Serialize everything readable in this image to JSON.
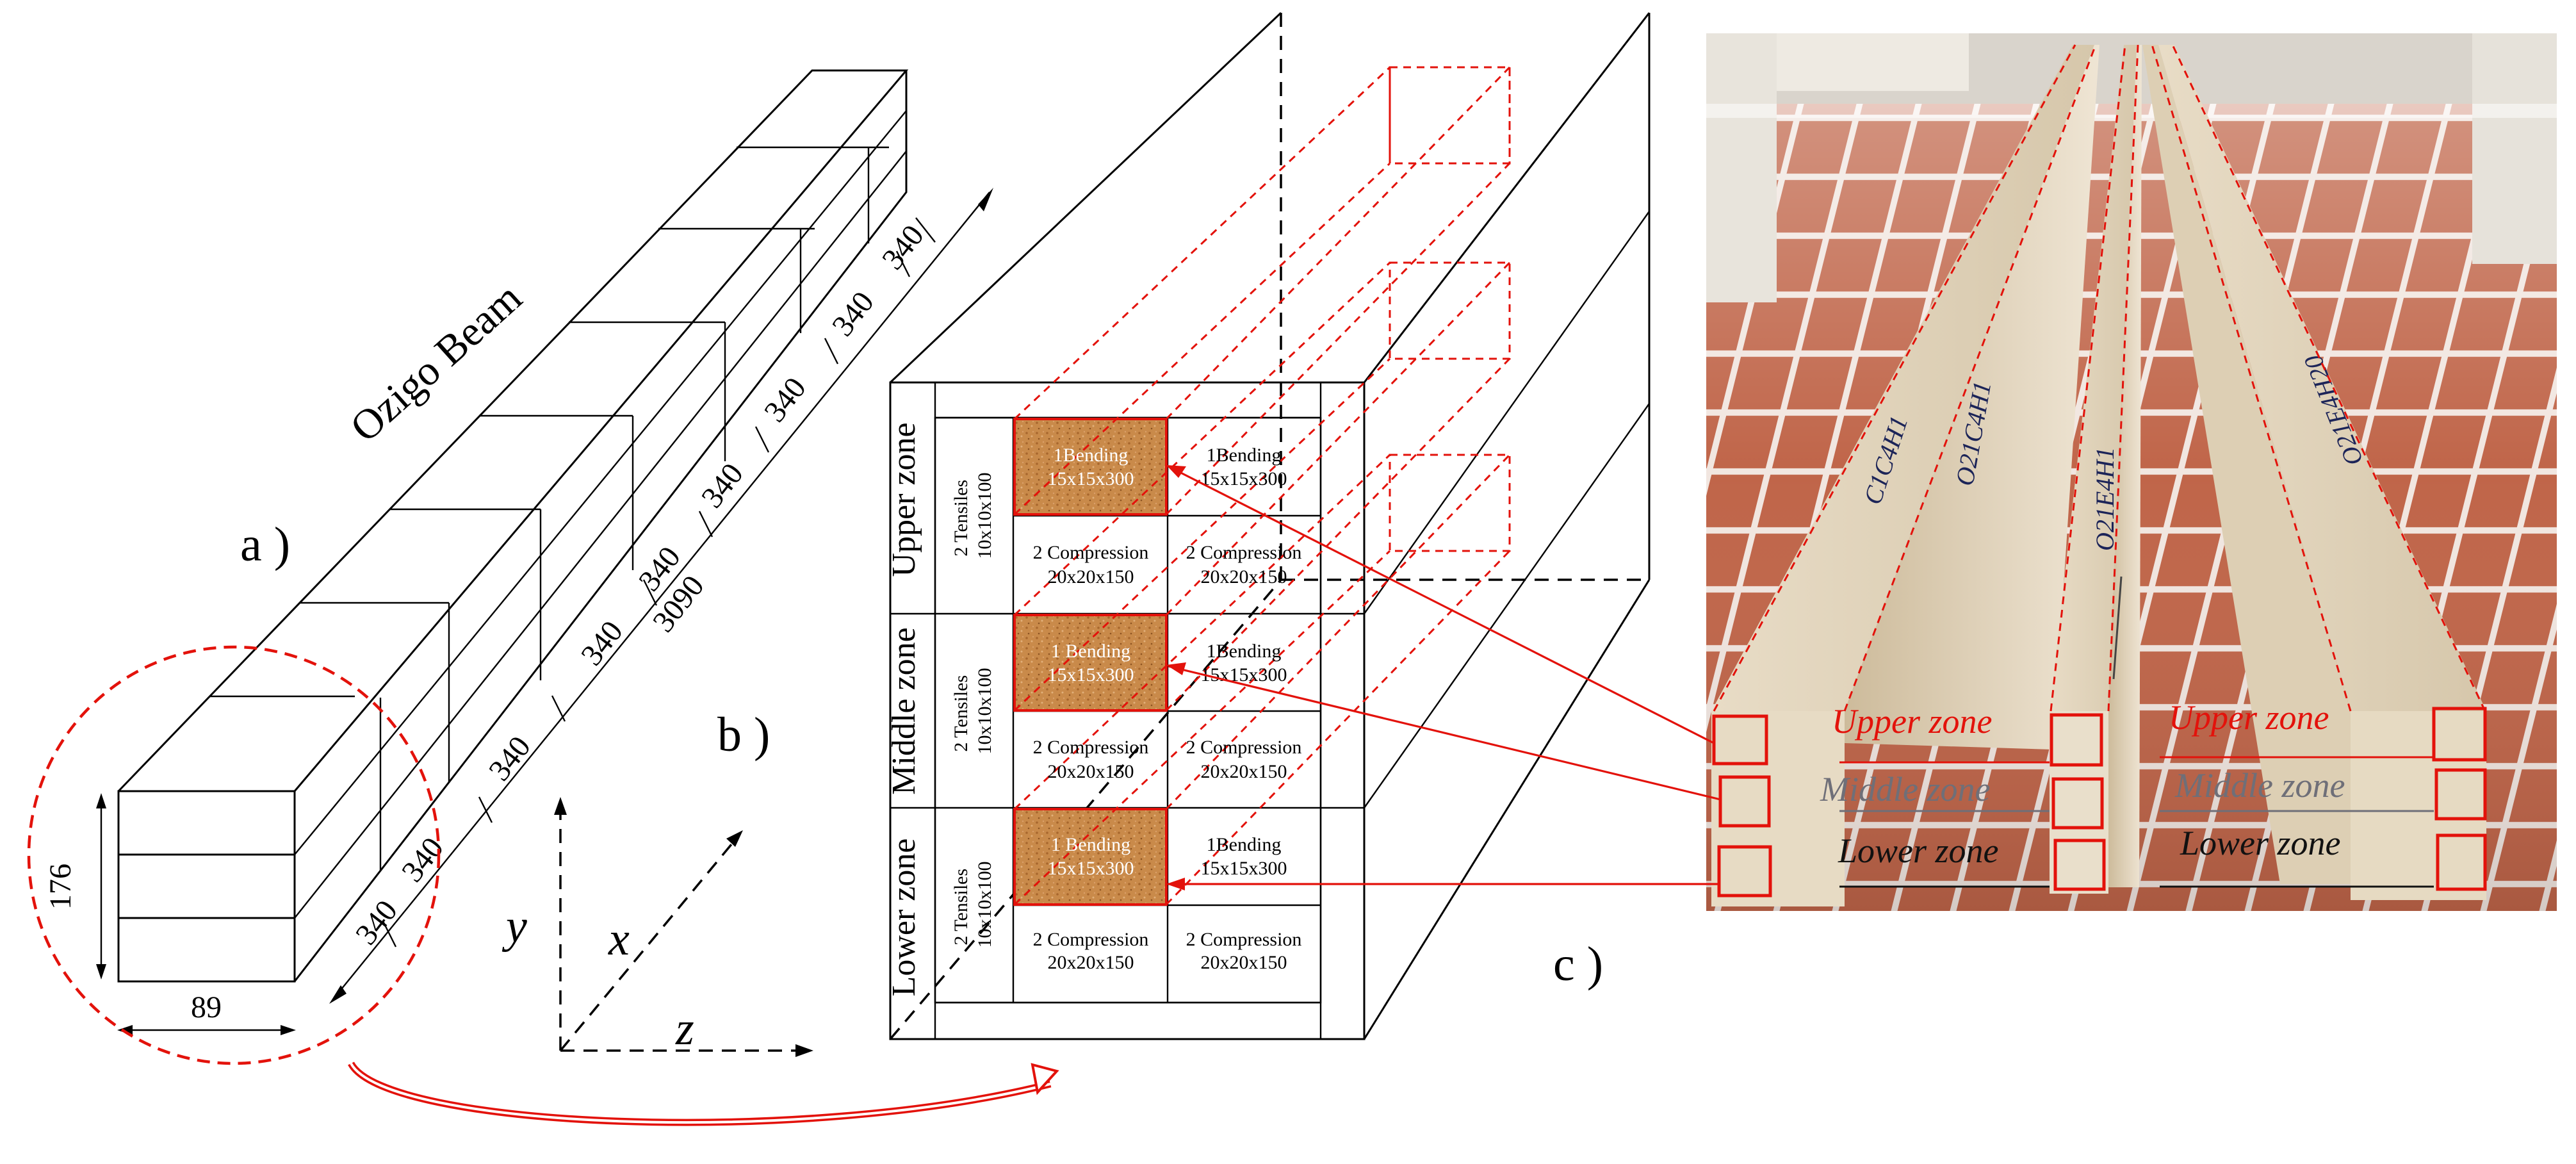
{
  "panel_a": {
    "label": "a )",
    "title": "Ozigo Beam",
    "height_dim": "176",
    "width_dim": "89",
    "segments": [
      "340",
      "340",
      "340",
      "340",
      "340",
      "340",
      "340",
      "340",
      "340"
    ],
    "total_length": "3090"
  },
  "panel_b": {
    "label": "b )",
    "axes": {
      "y": "y",
      "x": "x",
      "z": "z"
    },
    "zones": [
      {
        "name": "Upper zone",
        "tensile": [
          "2 Tensiles",
          "10x10x100"
        ],
        "bending_left": [
          "1Bending",
          "15x15x300"
        ],
        "bending_right": [
          "1Bending",
          "15x15x300"
        ],
        "compression_left": [
          "2 Compression",
          "20x20x150"
        ],
        "compression_right": [
          "2 Compression",
          "20x20x150"
        ]
      },
      {
        "name": "Middle zone",
        "tensile": [
          "2 Tensiles",
          "10x10x100"
        ],
        "bending_left": [
          "1 Bending",
          "15x15x300"
        ],
        "bending_right": [
          "1Bending",
          "15x15x300"
        ],
        "compression_left": [
          "2 Compression",
          "20x20x150"
        ],
        "compression_right": [
          "2 Compression",
          "20x20x150"
        ]
      },
      {
        "name": "Lower zone",
        "tensile": [
          "2 Tensiles",
          "10x10x100"
        ],
        "bending_left": [
          "1 Bending",
          "15x15x300"
        ],
        "bending_right": [
          "1Bending",
          "15x15x300"
        ],
        "compression_left": [
          "2 Compression",
          "20x20x150"
        ],
        "compression_right": [
          "2 Compression",
          "20x20x150"
        ]
      }
    ]
  },
  "panel_c": {
    "label": "c )",
    "left_labels": {
      "upper": "Upper zone",
      "middle": "Middle zone",
      "lower": "Lower zone"
    },
    "right_labels": {
      "upper": "Upper zone",
      "middle": "Middle zone",
      "lower": "Lower zone"
    },
    "beam_markings": [
      "C1C4H1",
      "O21C4H1",
      "O21E4H1",
      "O21E4H20"
    ]
  },
  "colors": {
    "highlight": "#e3120b",
    "wood_sample": "#c98a4a",
    "upper_label": "#e3120b",
    "middle_label": "#6f6f78",
    "lower_label": "#111111",
    "tile": "#c46a4e",
    "grout": "#f3e9e4"
  }
}
